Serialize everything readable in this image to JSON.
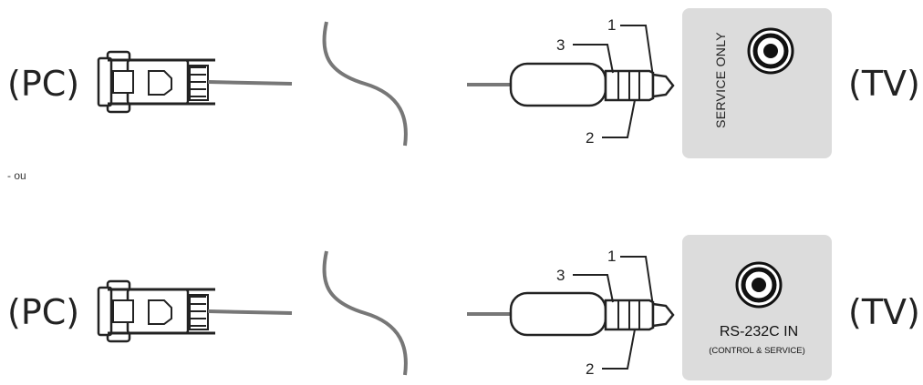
{
  "rows": [
    {
      "left_label": "(PC)",
      "right_label": "(TV)",
      "pin_labels": [
        "1",
        "2",
        "3"
      ],
      "port_text": "SERVICE ONLY"
    },
    {
      "left_label": "(PC)",
      "right_label": "(TV)",
      "pin_labels": [
        "1",
        "2",
        "3"
      ],
      "port_text": "RS-232C IN",
      "port_subtext": "(CONTROL & SERVICE)"
    }
  ],
  "separator": "- ou",
  "icons": [
    "db9-connector-icon",
    "stereo-jack-icon",
    "rca-port-icon"
  ],
  "colors": {
    "line": "#222222",
    "panel": "#dcdcdc",
    "cable": "#777777"
  }
}
